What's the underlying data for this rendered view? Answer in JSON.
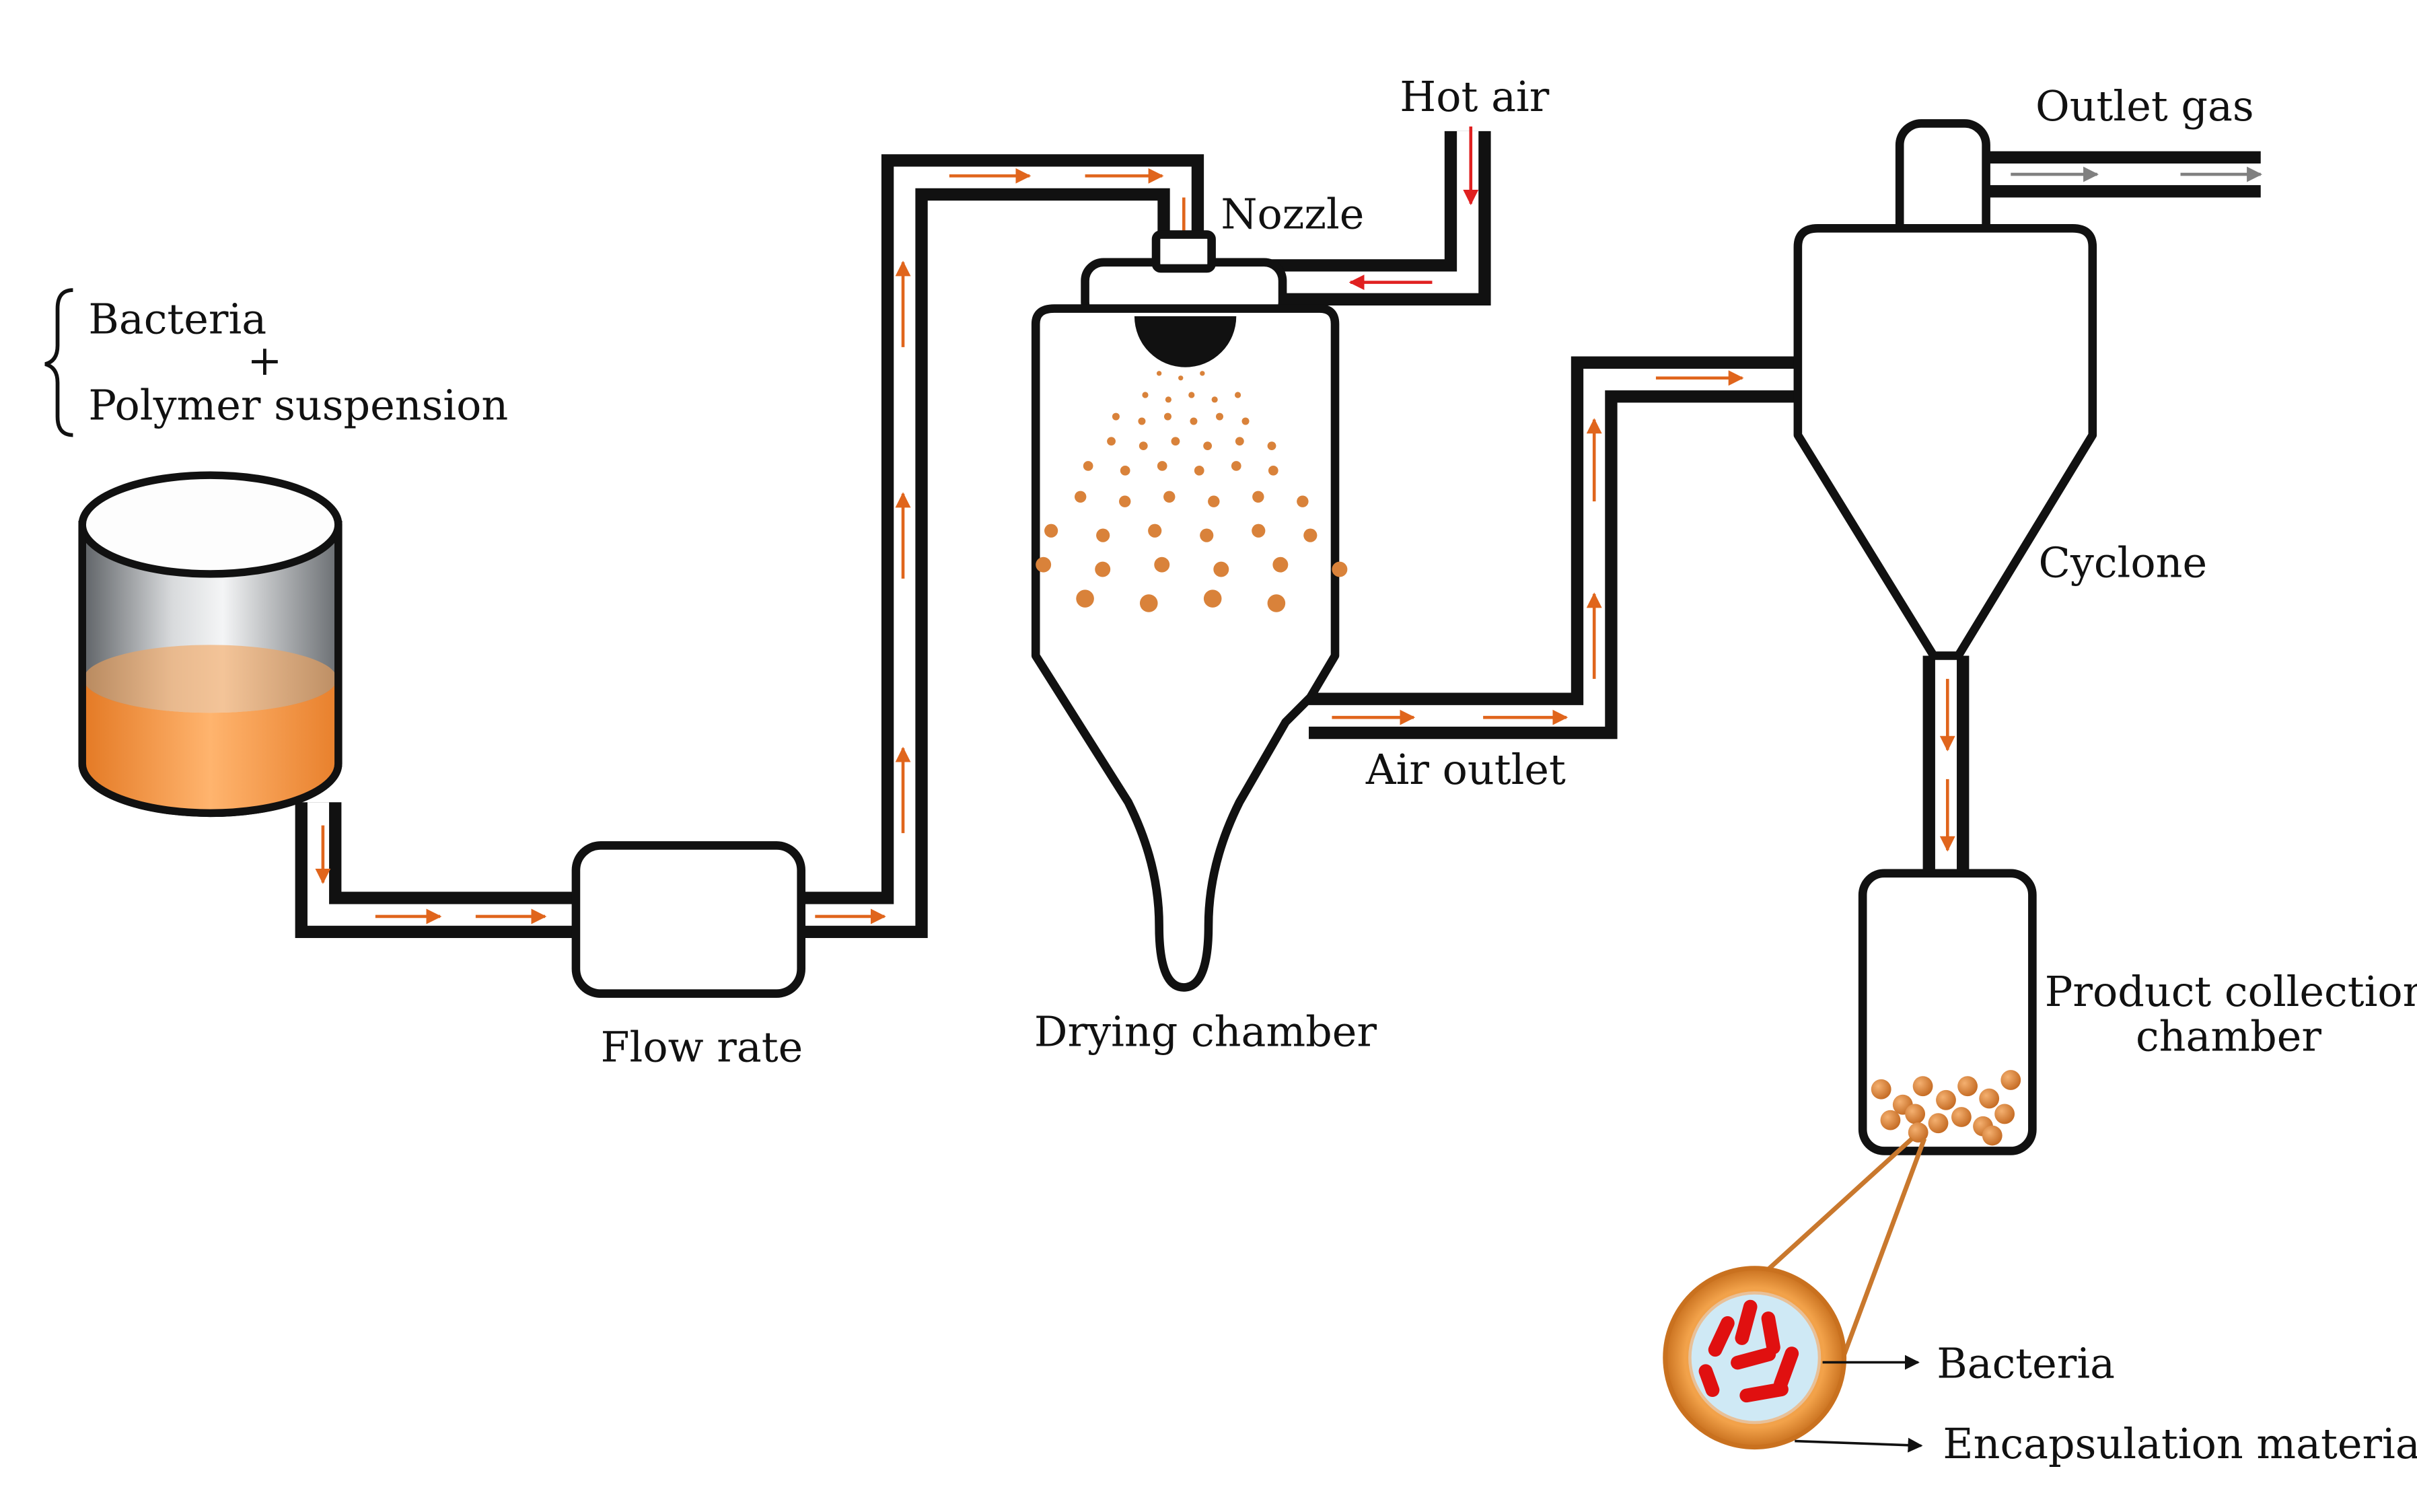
{
  "labels": {
    "bacteria_top": "Bacteria",
    "plus": "+",
    "polymer_suspension": "Polymer suspension",
    "flow_rate": "Flow rate",
    "drying_chamber": "Drying chamber",
    "nozzle": "Nozzle",
    "hot_air": "Hot air",
    "air_outlet": "Air outlet",
    "outlet_gas": "Outlet gas",
    "cyclone": "Cyclone",
    "product_collection_line1": "Product collection",
    "product_collection_line2": "chamber",
    "bacteria_callout": "Bacteria",
    "encapsulation_material": "Encapsulation material"
  },
  "colors": {
    "flow_arrow": "#e0651c",
    "hot_air_arrow": "#e02020",
    "outlet_gas_arrow": "#808080",
    "suspension_fill": "#f0913e",
    "particle_fill": "#d9823a",
    "bacteria_fill": "#e01010",
    "capsule_core": "#cfe9f5",
    "line": "#111111"
  }
}
